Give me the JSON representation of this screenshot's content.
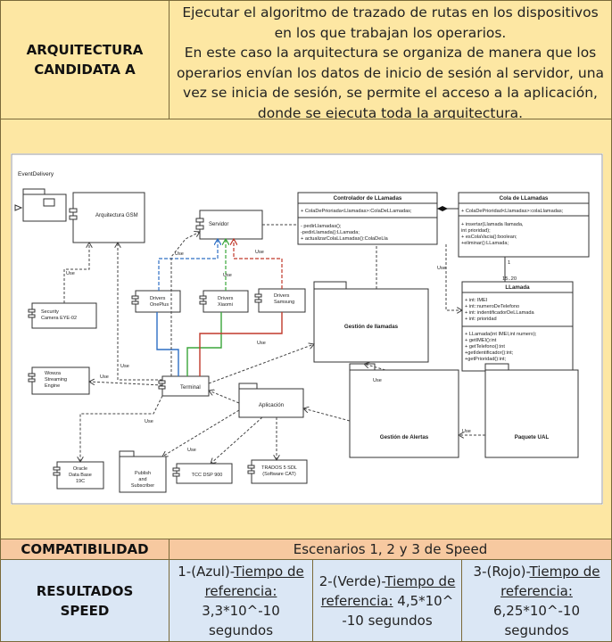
{
  "row1": {
    "label_line1": "ARQUITECTURA",
    "label_line2": "CANDIDATA A",
    "para1": "Ejecutar el algoritmo de trazado de rutas en los dispositivos en los que trabajan los operarios.",
    "para2": "En este caso la arquitectura se organiza de manera que los operarios envían los datos de inicio de sesión al servidor, una vez se inicia de sesión, se permite el acceso a la aplicación, donde se ejecuta toda la arquitectura."
  },
  "diagram": {
    "frame_title": "EventDelivery",
    "arquitectura_gsm": "Arquitectura GSM",
    "servidor": "Servidor",
    "controlador_title": "Controlador de LLamadas",
    "controlador_attr": "+ ColaDePrioriada<Llamadas>:ColaDeLLamadas;",
    "controlador_ops": [
      "- pedirLlamadas();",
      "-pedirLlamada():LLamada;",
      "+ actualizarColaLLamadas():ColaDeLla"
    ],
    "cola_title": "Cola de LLamadas",
    "cola_attr": "+ ColaDePrioridad<Llamadas>:colaLlamadas;",
    "cola_ops": [
      "+ insertar(Llamada llamada,",
      "int prioridad);",
      "+ esColaVacia():boolean;",
      "+eliminar():LLamada;"
    ],
    "mult_1": "1",
    "mult_15_20": "15..20",
    "llamada_title": "LLamada",
    "llamada_attrs": [
      "+ int: IMEI",
      "+ int::numeroDeTelefono",
      "+ int: indentificadorDeLLamada",
      "+ int: prioridad"
    ],
    "llamada_ops": [
      "+ LLamada(int IMEI,int numero);",
      "+ getIMEI():int",
      "+ getTelefono():int",
      "+getIdentificador():int;",
      "+getPrioridad():int;"
    ],
    "drivers_oneplus": [
      "Drivers",
      "OnePlus"
    ],
    "drivers_xiaomi": [
      "Drivers",
      "Xiaomi"
    ],
    "drivers_samsung": [
      "Drivers",
      "Samsung"
    ],
    "gestion_llamadas": "Gestión de llamadas",
    "security_camera": [
      "Security",
      "Camera EYE-02"
    ],
    "wowza": [
      "Wowza",
      "Streaming",
      "Engine"
    ],
    "terminal": "Terminal",
    "aplicacion": "Aplicación",
    "gestion_alertas": "Gestión de Alertas",
    "paquete_ual": "Paquete UAL",
    "oracle": [
      "Oracle",
      "Data Base",
      "19C"
    ],
    "publish": [
      "Publish",
      "and",
      "Subscriber"
    ],
    "tcc": "TCC DSP 900",
    "trados": [
      "TRADOS 5 SDL",
      "(Software CAT)"
    ],
    "use": "Use"
  },
  "row3": {
    "label": "COMPATIBILIDAD",
    "value": "Escenarios 1, 2 y 3 de Speed"
  },
  "row4": {
    "label_line1": "RESULTADOS",
    "label_line2": "SPEED",
    "r1_prefix": "1-(Azul)-",
    "r1_link": "Tiempo de referencia:",
    "r1_value": " 3,3*10^-10 segundos",
    "r2_prefix": "2-(Verde)-",
    "r2_link": "Tiempo de referencia:",
    "r2_value": " 4,5*10^ -10 segundos",
    "r3_prefix": "3-(Rojo)-",
    "r3_link": "Tiempo de referencia:",
    "r3_value": " 6,25*10^-10 segundos"
  },
  "colors": {
    "yellow": "#fde7a3",
    "peach": "#f7c9a0",
    "blue_band": "#dbe7f5",
    "blue_line": "#2e6fc4",
    "green_line": "#3aa63a",
    "red_line": "#c0392b"
  }
}
